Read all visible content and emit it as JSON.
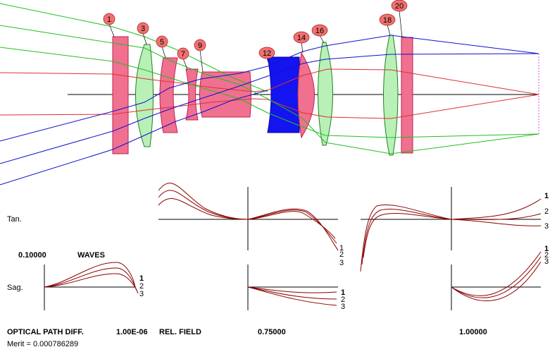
{
  "surface_labels": [
    "1",
    "3",
    "5",
    "7",
    "9",
    "12",
    "14",
    "16",
    "18",
    "20"
  ],
  "colors": {
    "pink_element": "#f07090",
    "green_element": "#b8f0b8",
    "blue_element": "#1414f0",
    "bubble": "#f07070",
    "ray_red": "#e03030",
    "ray_green": "#20c020",
    "ray_blue": "#1010d0",
    "curve": "#8b0000"
  },
  "plot": {
    "tan_label": "Tan.",
    "sag_label": "Sag.",
    "scale_value": "0.10000",
    "scale_unit": "WAVES",
    "curve_numbers": [
      "1",
      "2",
      "3"
    ]
  },
  "footer": {
    "opd_label": "OPTICAL PATH DIFF.",
    "wavelength_value": "1.00E-06",
    "rel_field_label": "REL. FIELD",
    "field_mid": "0.75000",
    "field_full": "1.00000",
    "merit": "Merit = 0.000786289"
  }
}
